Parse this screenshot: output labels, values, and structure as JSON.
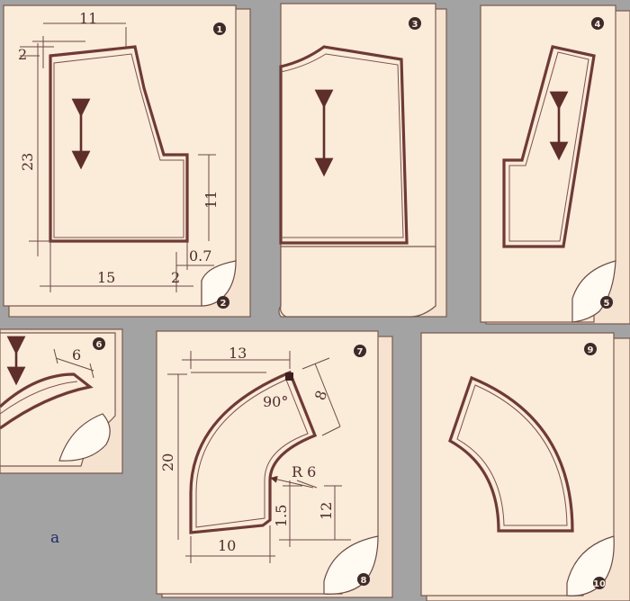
{
  "panels": [
    {
      "id": "p1",
      "badge": "1",
      "corner_badge": "2",
      "labels": {
        "top": "11",
        "left_top": "2",
        "height": "23",
        "side": "11",
        "bottom": "15",
        "bottom_small": "2",
        "corner": "0.7"
      }
    },
    {
      "id": "p3",
      "badge": "3"
    },
    {
      "id": "p4",
      "badge": "4",
      "corner_badge": "5"
    },
    {
      "id": "p6",
      "badge": "6",
      "labels": {
        "width": "6"
      }
    },
    {
      "id": "p7",
      "badge": "7",
      "corner_badge": "8",
      "labels": {
        "top": "13",
        "angle": "90°",
        "side": "8",
        "height": "20",
        "radius": "R 6",
        "step": "1.5",
        "right": "12",
        "bottom": "10"
      }
    },
    {
      "id": "p9",
      "badge": "9",
      "corner_badge": "10"
    }
  ],
  "caption": "a",
  "colors": {
    "background": "#a3a3a3",
    "paper": "#fbebd9",
    "line": "#6e3a36"
  }
}
